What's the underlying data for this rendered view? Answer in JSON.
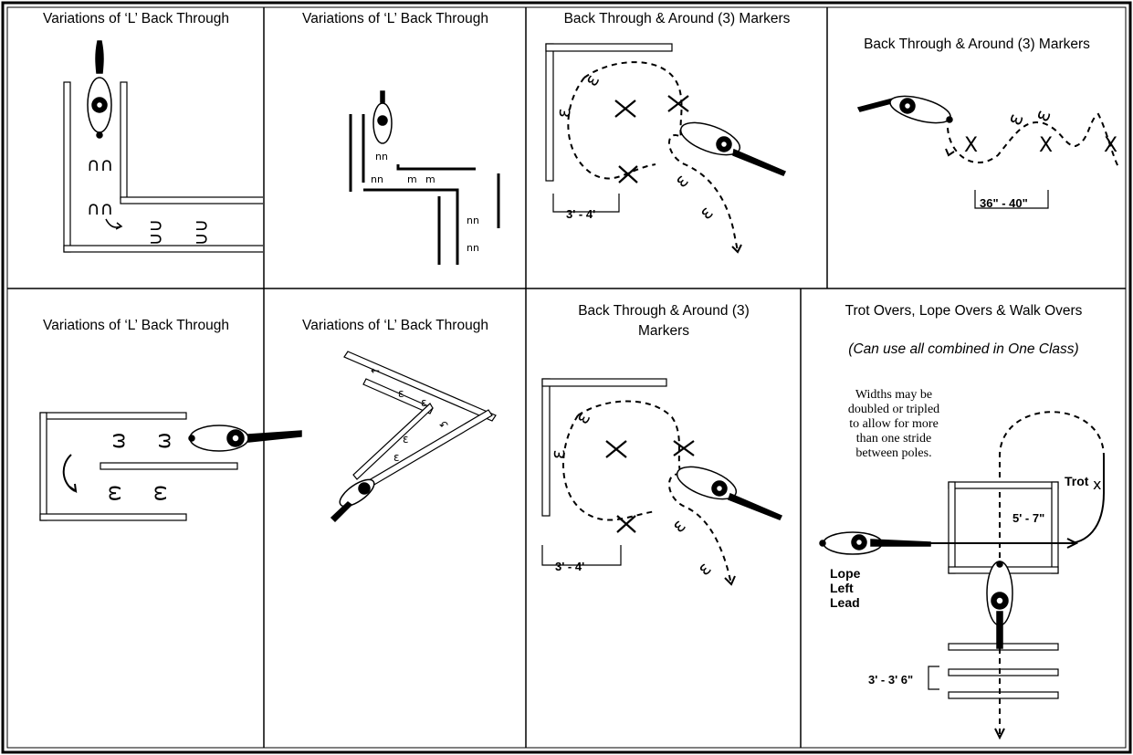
{
  "cells": [
    {
      "title": "Variations of ‘L’ Back Through"
    },
    {
      "title": "Variations of ‘L’ Back Through"
    },
    {
      "title": "Back Through & Around (3) Markers",
      "dimension": "3' - 4'"
    },
    {
      "title": "Back Through & Around (3) Markers",
      "dimension": "36\" - 40\""
    },
    {
      "title": "Variations of ‘L’ Back Through"
    },
    {
      "title": "Variations of ‘L’ Back Through"
    },
    {
      "title_line1": "Back Through & Around (3)",
      "title_line2": "Markers",
      "dimension": "3' - 4'"
    },
    {
      "title": "Trot Overs, Lope Overs & Walk Overs",
      "subtitle": "(Can use all combined in One Class)",
      "note_lines": [
        "Widths may be",
        "doubled or tripled",
        "to allow for more",
        "than one stride",
        "between poles."
      ],
      "trot_label": "Trot",
      "gap_label": "5' - 7\"",
      "lope_lines": [
        "Lope",
        "Left",
        "Lead"
      ],
      "walk_label": "3' - 3' 6\""
    }
  ]
}
